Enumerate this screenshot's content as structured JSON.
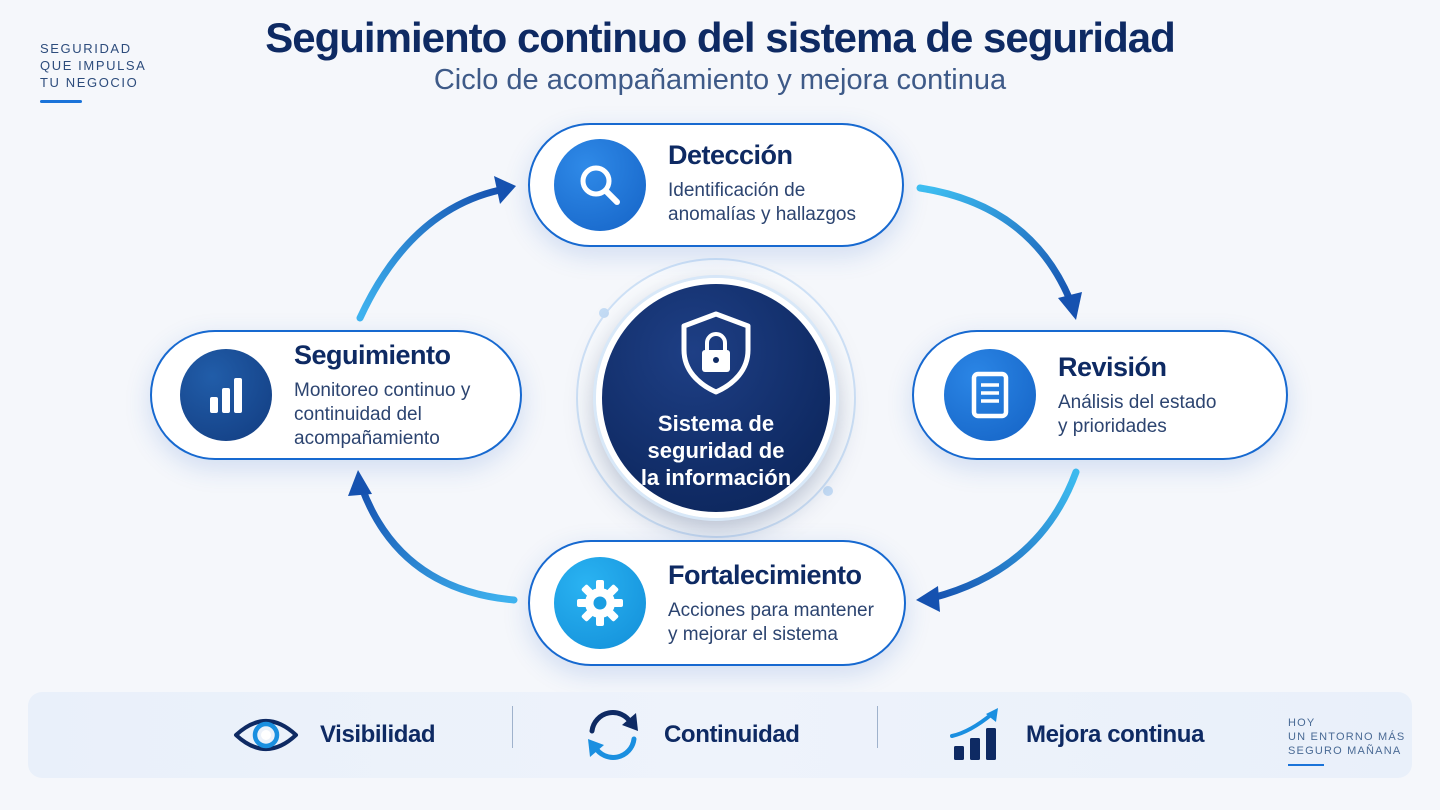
{
  "brand": {
    "line1": "SEGURIDAD",
    "line2": "QUE IMPULSA",
    "line3": "TU NEGOCIO"
  },
  "title": "Seguimiento continuo del sistema de seguridad",
  "subtitle": "Ciclo de acompañamiento y mejora continua",
  "center": {
    "line1": "Sistema de",
    "line2": "seguridad de",
    "line3": "la información",
    "icon": "shield-lock-icon"
  },
  "nodes": {
    "deteccion": {
      "title": "Detección",
      "line1": "Identificación de",
      "line2": "anomalías y hallazgos",
      "icon": "search-icon"
    },
    "revision": {
      "title": "Revisión",
      "line1": "Análisis del estado",
      "line2": "y prioridades",
      "icon": "document-icon"
    },
    "fortalecimiento": {
      "title": "Fortalecimiento",
      "line1": "Acciones para mantener",
      "line2": "y mejorar el sistema",
      "icon": "gear-icon"
    },
    "seguimiento": {
      "title": "Seguimiento",
      "line1": "Monitoreo continuo y",
      "line2": "continuidad del",
      "line3": "acompañamiento",
      "icon": "bar-chart-icon"
    }
  },
  "bottom": {
    "items": [
      {
        "label": "Visibilidad",
        "icon": "eye-icon"
      },
      {
        "label": "Continuidad",
        "icon": "sync-icon"
      },
      {
        "label": "Mejora continua",
        "icon": "growth-chart-icon"
      }
    ]
  },
  "tagline": {
    "line1": "HOY",
    "line2": "UN ENTORNO MÁS",
    "line3": "SEGURO MAÑANA"
  },
  "colors": {
    "navy": "#0e2a63",
    "blue": "#1769d0",
    "cyan": "#2ab3f2",
    "background": "#f5f7fb"
  }
}
